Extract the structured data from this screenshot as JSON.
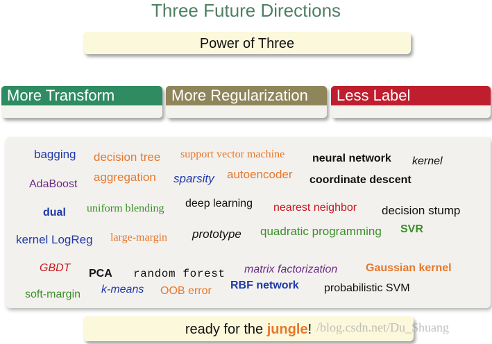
{
  "title": "Three Future Directions",
  "subtitle": "Power of Three",
  "directions": [
    {
      "label": "More Transform",
      "color": "#2e8b62"
    },
    {
      "label": "More Regularization",
      "color": "#8e855b"
    },
    {
      "label": "Less Label",
      "color": "#bf1e2e"
    }
  ],
  "words": [
    {
      "text": "bagging",
      "color": "#1f3aa8"
    },
    {
      "text": "decision tree",
      "color": "#e6782c"
    },
    {
      "text": "support vector machine",
      "color": "#e6782c"
    },
    {
      "text": "neural network",
      "color": "#111111"
    },
    {
      "text": "kernel",
      "color": "#111111"
    },
    {
      "text": "aggregation",
      "color": "#e6782c"
    },
    {
      "text": "sparsity",
      "color": "#1f3aa8"
    },
    {
      "text": "autoencoder",
      "color": "#e6782c"
    },
    {
      "text": "AdaBoost",
      "color": "#6a2b86"
    },
    {
      "text": "coordinate descent",
      "color": "#111111"
    },
    {
      "text": "dual",
      "color": "#1f3aa8"
    },
    {
      "text": "uniform blending",
      "color": "#3a8f2a"
    },
    {
      "text": "deep learning",
      "color": "#111111"
    },
    {
      "text": "nearest neighbor",
      "color": "#c8161d"
    },
    {
      "text": "decision stump",
      "color": "#111111"
    },
    {
      "text": "kernel LogReg",
      "color": "#1f3aa8"
    },
    {
      "text": "large-margin",
      "color": "#e6782c"
    },
    {
      "text": "prototype",
      "color": "#111111"
    },
    {
      "text": "quadratic programming",
      "color": "#3a8f2a"
    },
    {
      "text": "SVR",
      "color": "#3a8f2a"
    },
    {
      "text": "GBDT",
      "color": "#c8161d"
    },
    {
      "text": "PCA",
      "color": "#111111"
    },
    {
      "text": "random forest",
      "color": "#111111"
    },
    {
      "text": "matrix factorization",
      "color": "#6a2b86"
    },
    {
      "text": "Gaussian kernel",
      "color": "#e6782c"
    },
    {
      "text": "soft-margin",
      "color": "#3a8f2a"
    },
    {
      "text": "k-means",
      "color": "#1f3aa8"
    },
    {
      "text": "OOB error",
      "color": "#e6782c"
    },
    {
      "text": "RBF network",
      "color": "#1f3aa8"
    },
    {
      "text": "probabilistic SVM",
      "color": "#111111"
    }
  ],
  "bottom": {
    "prefix": "ready for the ",
    "highlight": "jungle",
    "suffix": "!"
  },
  "watermark": "/blog.csdn.net/Du_Shuang"
}
